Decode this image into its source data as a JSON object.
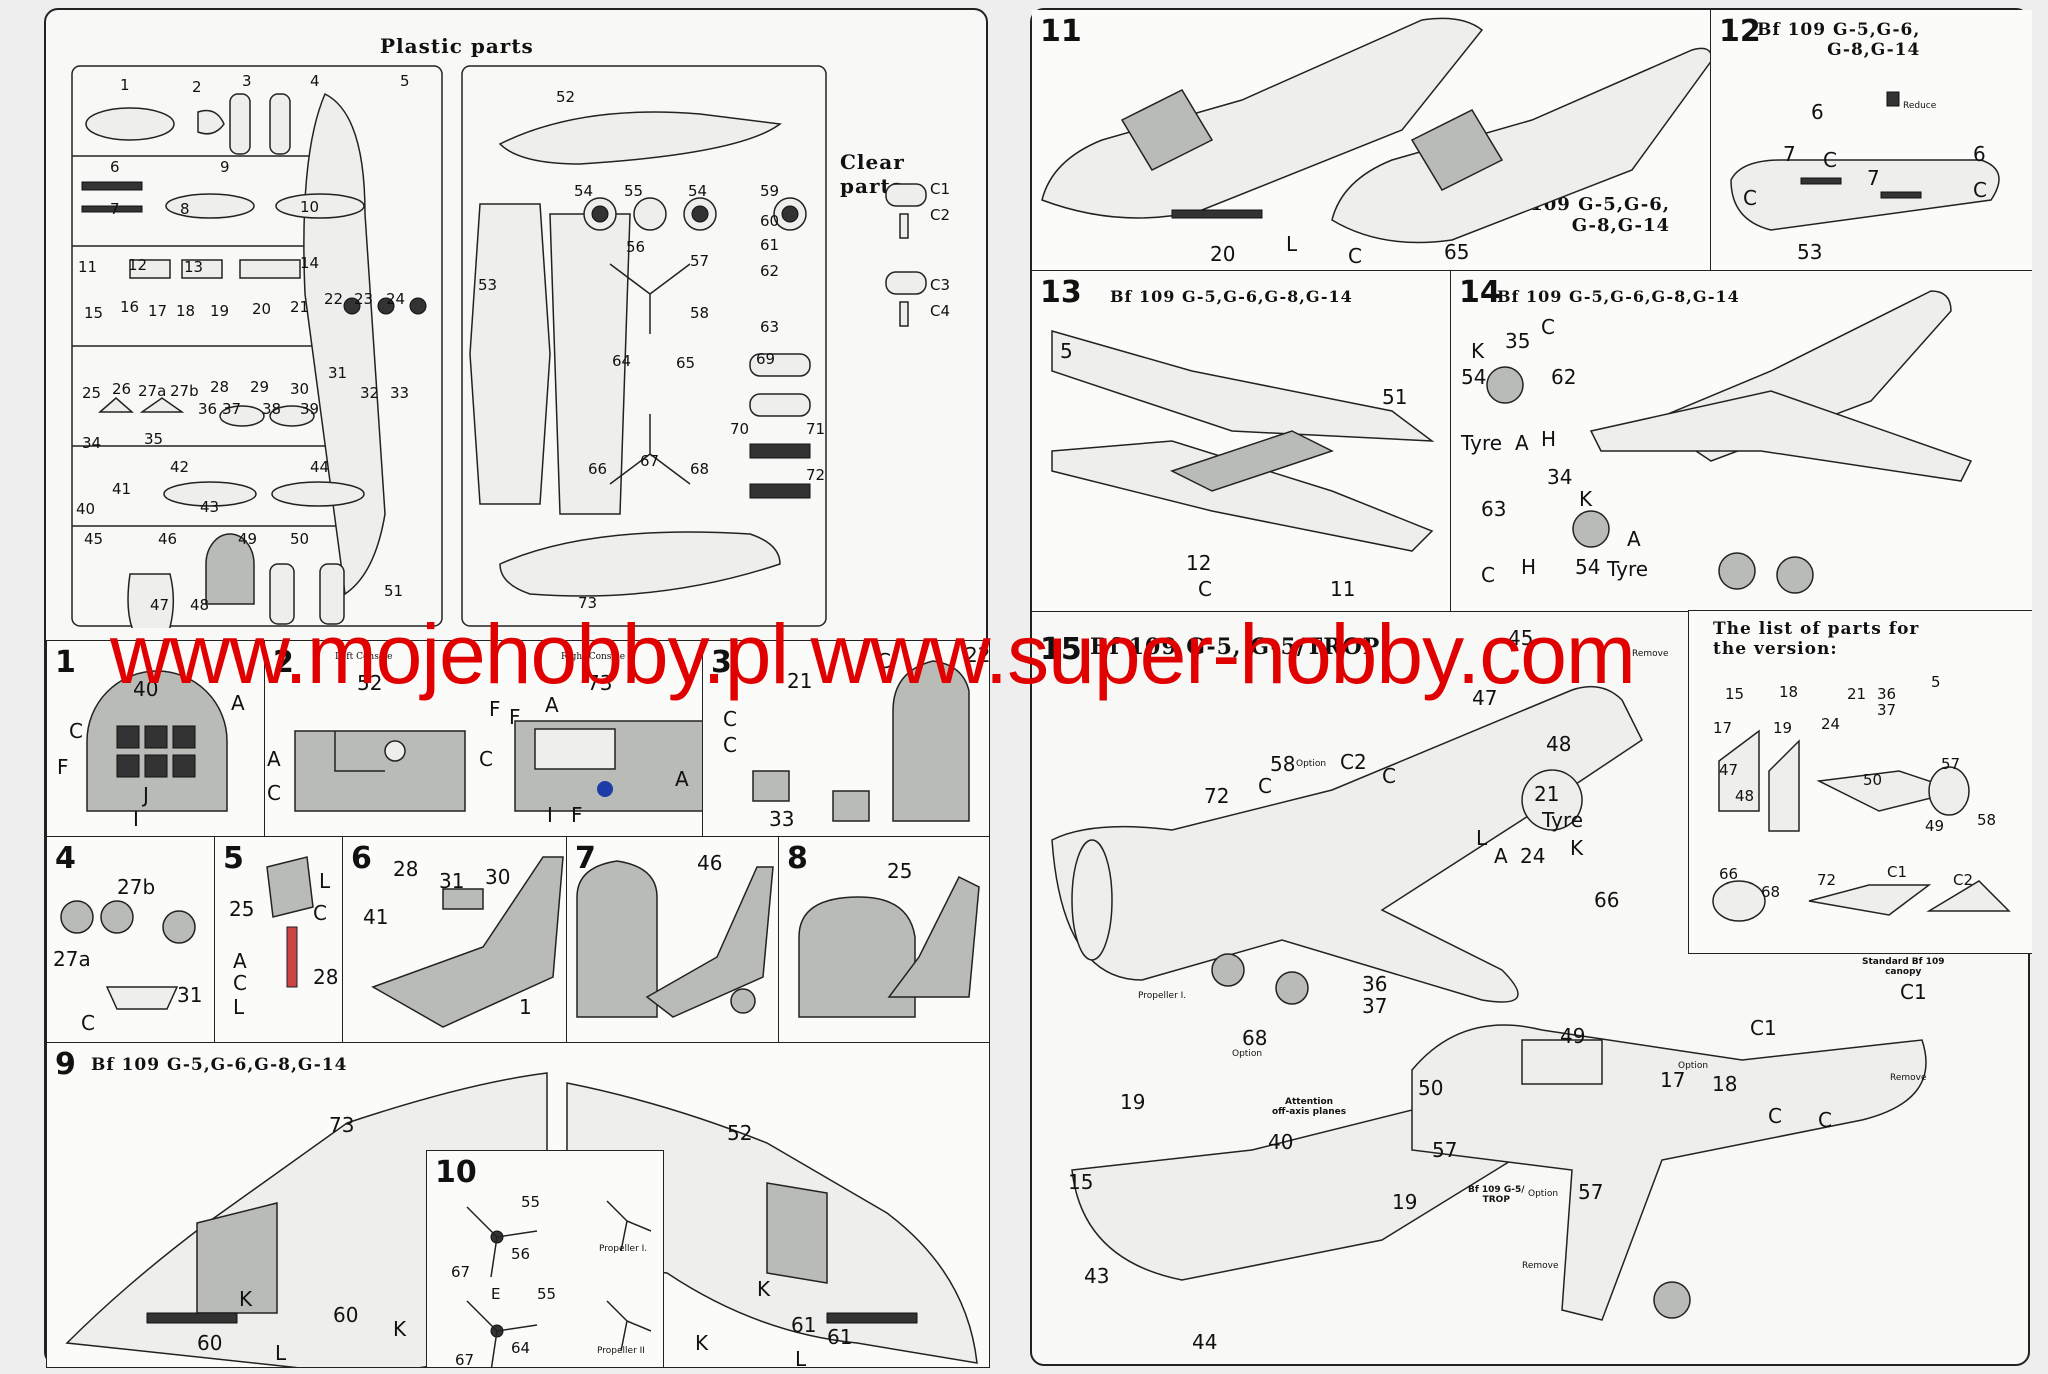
{
  "sprue": {
    "title": "Plastic parts",
    "clear_title": "Clear parts",
    "numbers_a": [
      "1",
      "2",
      "3",
      "4",
      "5",
      "6",
      "7",
      "8",
      "9",
      "10",
      "11",
      "12",
      "13",
      "14",
      "15",
      "16",
      "17",
      "18",
      "19",
      "20",
      "21",
      "22",
      "23",
      "24",
      "25",
      "26",
      "27a",
      "27b",
      "28",
      "29",
      "30",
      "31",
      "32",
      "33",
      "34",
      "35",
      "36",
      "37",
      "38",
      "39",
      "40",
      "41",
      "42",
      "43",
      "44",
      "45",
      "46",
      "47",
      "48",
      "49",
      "50",
      "51"
    ],
    "numbers_b": [
      "52",
      "53",
      "54",
      "55",
      "54",
      "56",
      "57",
      "58",
      "59",
      "60",
      "61",
      "62",
      "63",
      "64",
      "65",
      "66",
      "67",
      "68",
      "69",
      "70",
      "71",
      "72",
      "73"
    ],
    "clear": [
      "C1",
      "C2",
      "C3",
      "C4"
    ]
  },
  "steps": {
    "s1": {
      "num": "1",
      "labels": [
        "40",
        "A",
        "C",
        "F",
        "J",
        "I"
      ]
    },
    "s2": {
      "num": "2",
      "left_console": "Left Console",
      "right_console": "Right Console",
      "labels": [
        "52",
        "73",
        "F",
        "A",
        "C",
        "F",
        "A",
        "C",
        "A",
        "I",
        "F"
      ]
    },
    "s3": {
      "num": "3",
      "labels": [
        "C",
        "21",
        "C",
        "22",
        "C",
        "33"
      ]
    },
    "s4": {
      "num": "4",
      "labels": [
        "27b",
        "27a",
        "C",
        "31"
      ]
    },
    "s5": {
      "num": "5",
      "labels": [
        "L",
        "25",
        "C",
        "A",
        "C",
        "L",
        "28"
      ]
    },
    "s6": {
      "num": "6",
      "labels": [
        "28",
        "31",
        "30",
        "41",
        "1"
      ]
    },
    "s7": {
      "num": "7",
      "labels": [
        "46"
      ]
    },
    "s8": {
      "num": "8",
      "labels": [
        "25"
      ]
    },
    "s9": {
      "num": "9",
      "title": "Bf 109 G-5,G-6,G-8,G-14",
      "labels": [
        "73",
        "52",
        "K",
        "60",
        "L",
        "60",
        "K",
        "K",
        "61",
        "K",
        "L",
        "61"
      ]
    },
    "s10": {
      "num": "10",
      "labels": [
        "55",
        "56",
        "67",
        "E",
        "55",
        "64",
        "67"
      ],
      "prop1": "Propeller I.",
      "prop2": "Propeller II"
    },
    "s11": {
      "num": "11",
      "title": "Bf 109 G-5,G-6,\nG-8,G-14",
      "labels": [
        "20",
        "L",
        "C",
        "65"
      ]
    },
    "s12": {
      "num": "12",
      "title": "Bf 109 G-5,G-6,\nG-8,G-14",
      "reduce": "Reduce",
      "labels": [
        "6",
        "7",
        "C",
        "7",
        "C",
        "6",
        "C",
        "53"
      ]
    },
    "s13": {
      "num": "13",
      "title": "Bf 109 G-5,G-6,G-8,G-14",
      "labels": [
        "5",
        "51",
        "12",
        "C",
        "11"
      ]
    },
    "s14": {
      "num": "14",
      "title": "Bf 109 G-5,G-6,G-8,G-14",
      "labels": [
        "K",
        "35",
        "C",
        "54",
        "62",
        "Tyre",
        "A",
        "H",
        "34",
        "K",
        "63",
        "A",
        "C",
        "H",
        "54",
        "Tyre"
      ]
    },
    "s15": {
      "num": "15",
      "title": "Bf 109 G-5, G-5/TROP",
      "option": "Option",
      "remove": "Remove",
      "labels": [
        "45",
        "47",
        "48",
        "58",
        "C2",
        "C",
        "C",
        "72",
        "21",
        "Tyre",
        "L",
        "A",
        "24",
        "K",
        "66",
        "36",
        "37",
        "68",
        "19",
        "40",
        "19",
        "15",
        "43",
        "44",
        "50",
        "49",
        "57",
        "17",
        "18",
        "C1",
        "C",
        "C",
        "57"
      ],
      "propeller": "Propeller I.",
      "attention": "Attention\noff-axis planes",
      "trop": "Bf 109 G-5/\nTROP",
      "standard_canopy": "Standard Bf 109\ncanopy",
      "c1": "C1"
    },
    "parts_list": {
      "title": "The list of parts for\nthe version:",
      "labels": [
        "15",
        "18",
        "21",
        "36",
        "37",
        "5",
        "17",
        "19",
        "24",
        "47",
        "48",
        "50",
        "57",
        "49",
        "58",
        "66",
        "68",
        "72",
        "C1",
        "C2"
      ]
    }
  },
  "watermark": "www.mojehobby.pl www.super-hobby.com"
}
